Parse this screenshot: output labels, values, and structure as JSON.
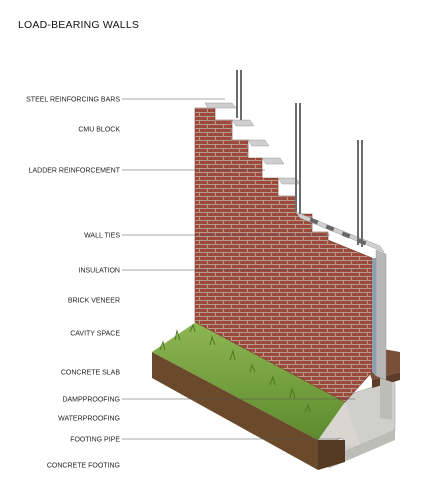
{
  "title": "LOAD-BEARING WALLS",
  "labels": [
    "STEEL REINFORCING BARS",
    "CMU BLOCK",
    "LADDER REINFORCEMENT",
    "WALL TIES",
    "INSULATION",
    "BRICK VENEER",
    "CAVITY SPACE",
    "CONCRETE SLAB",
    "DAMPPROOFING",
    "WATERPROOFING",
    "FOOTING PIPE",
    "CONCRETE FOOTING"
  ],
  "colors": {
    "brick": "#9c4a3c",
    "mortar": "#c9b9ae",
    "cmu": "#b9b9b9",
    "grass": "#6f9a3c",
    "soil": "#6b4a2b",
    "concrete": "#c8c8c4"
  }
}
